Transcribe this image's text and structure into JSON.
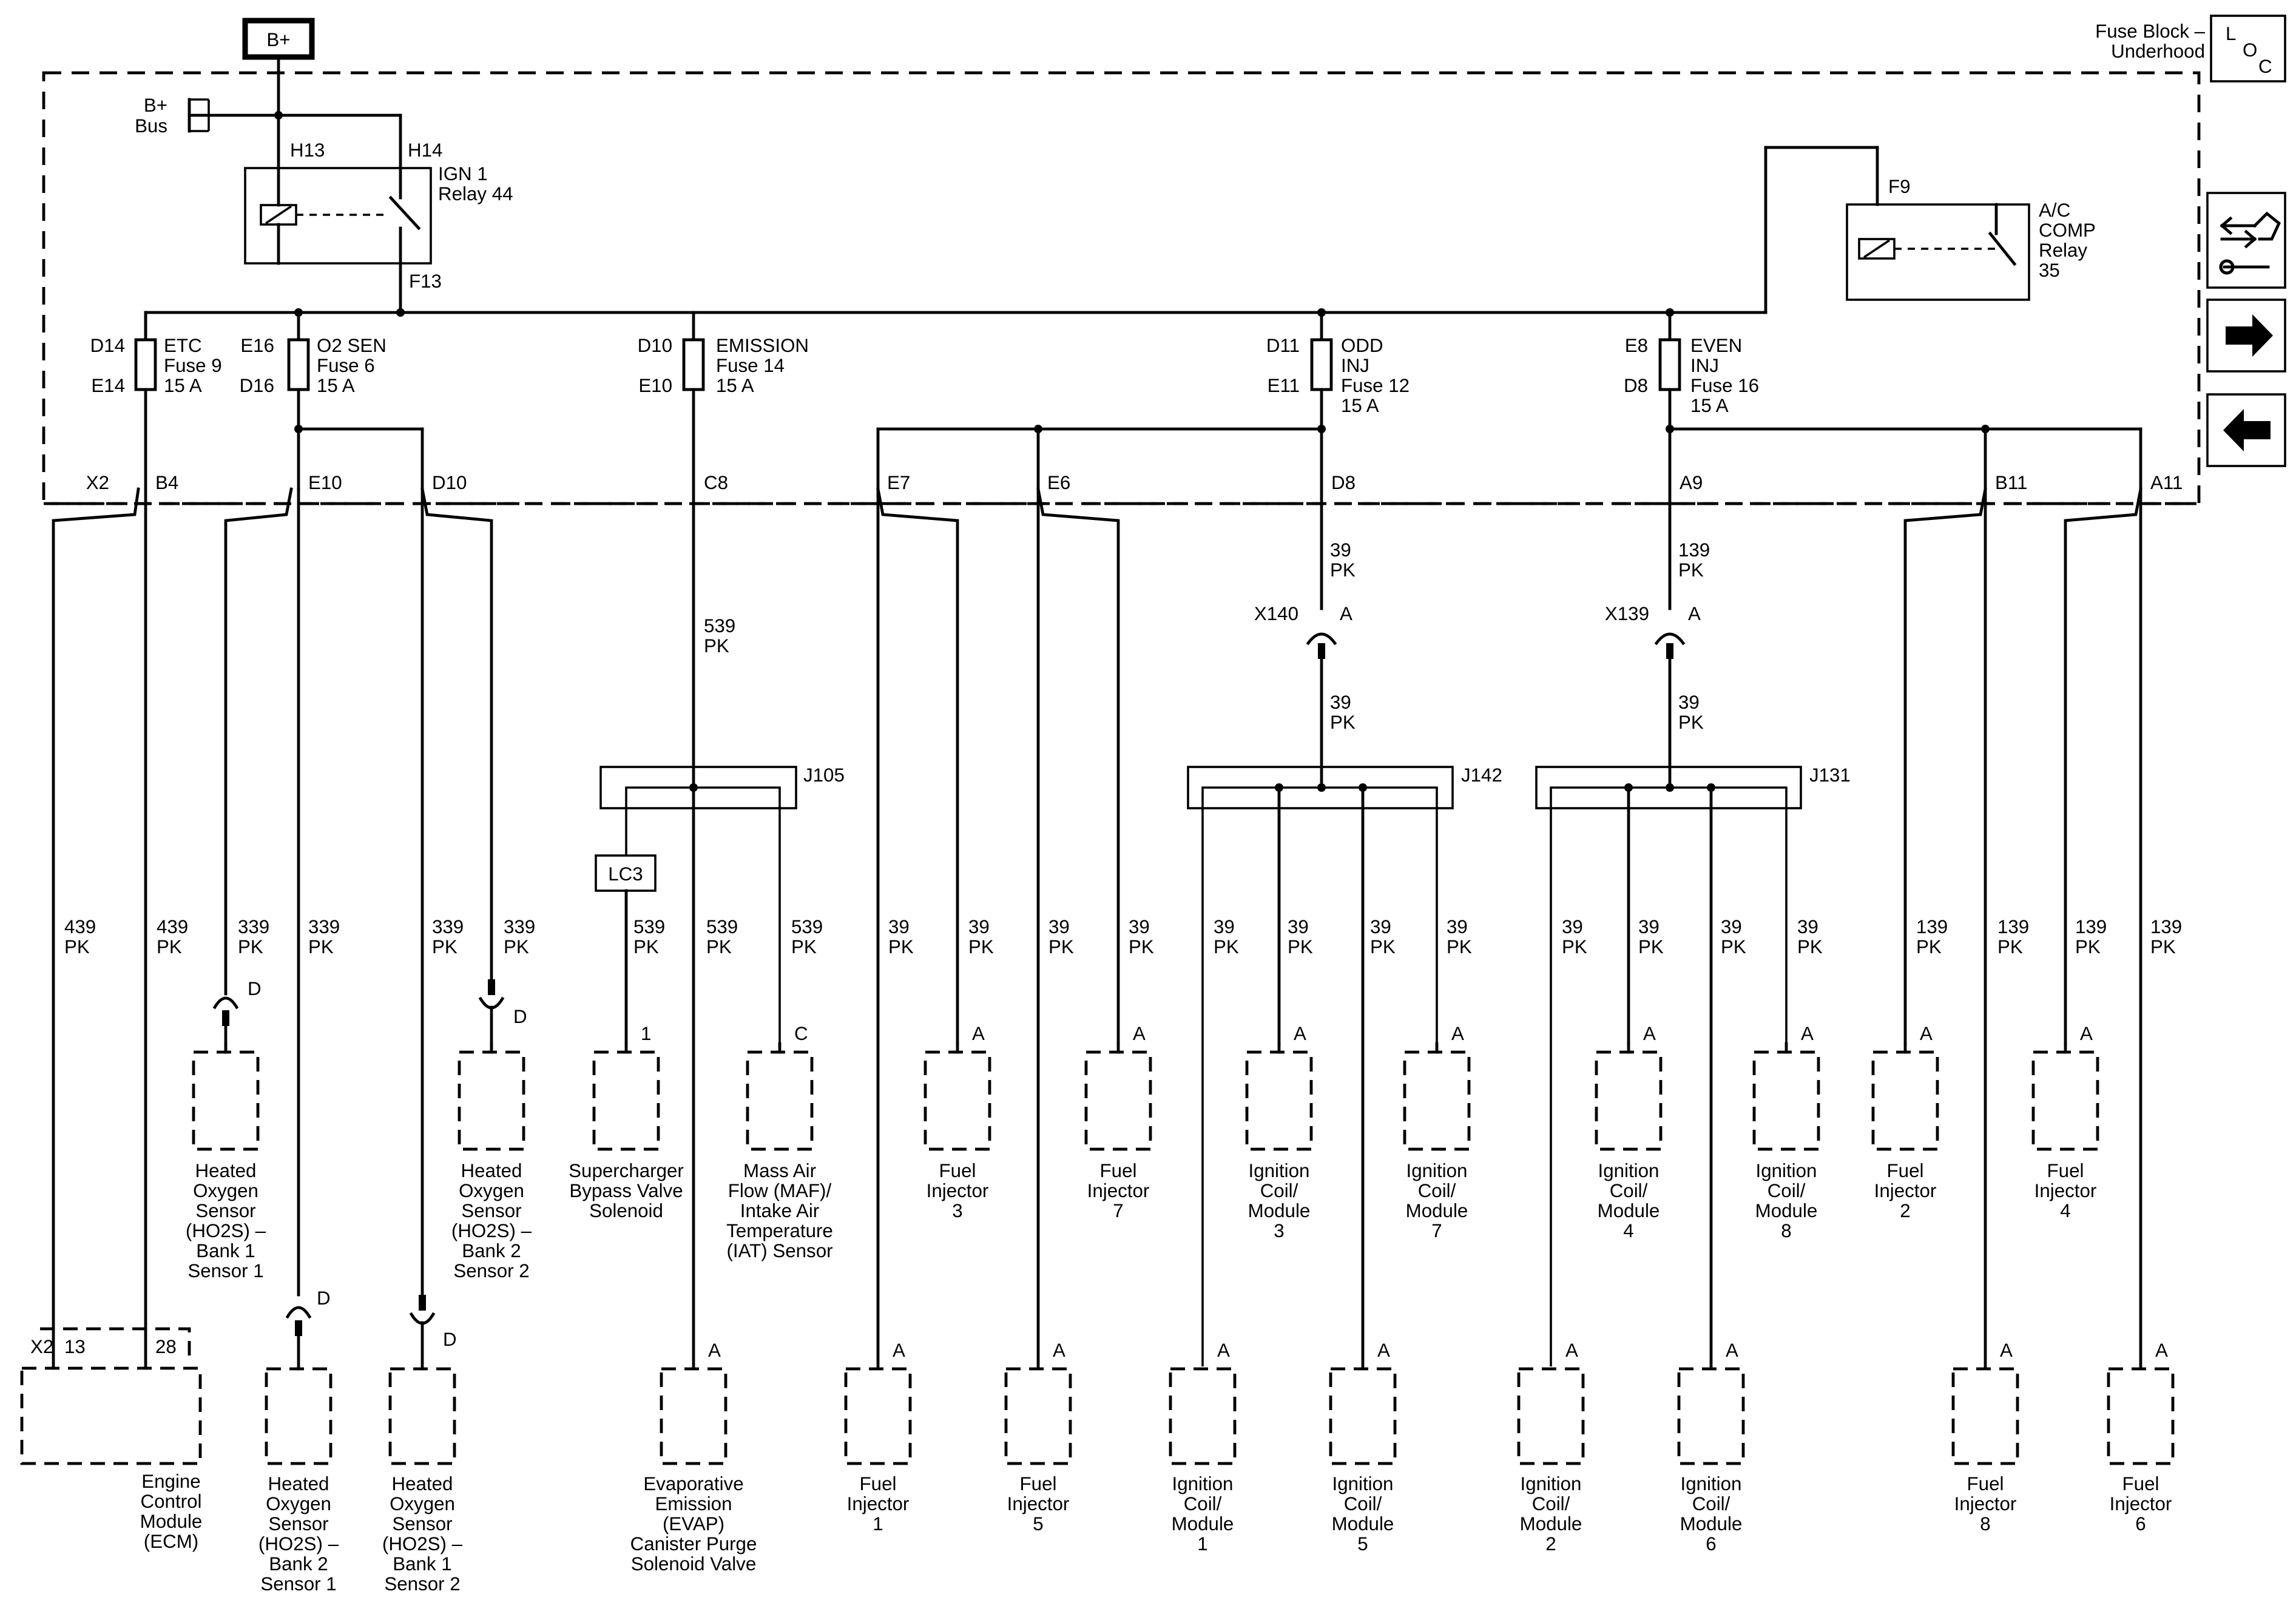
{
  "power": {
    "source": "B+",
    "bus": [
      "B+",
      "Bus"
    ]
  },
  "fuse_block": {
    "title": [
      "Fuse Block –",
      "Underhood"
    ],
    "loc_icon": [
      "L",
      "O",
      "C"
    ]
  },
  "nav_icons": [
    "wiring-tools-icon",
    "arrow-right-icon",
    "arrow-left-icon"
  ],
  "relays": {
    "ign": {
      "pins": [
        "H13",
        "H14",
        "F13"
      ],
      "label": [
        "IGN 1",
        "Relay 44"
      ]
    },
    "ac": {
      "pin": "F9",
      "label": [
        "A/C",
        "COMP",
        "Relay",
        "35"
      ]
    }
  },
  "fuses": [
    {
      "pins": [
        "D14",
        "E14"
      ],
      "label": [
        "ETC",
        "Fuse 9",
        "15 A"
      ]
    },
    {
      "pins": [
        "E16",
        "D16"
      ],
      "label": [
        "O2 SEN",
        "Fuse 6",
        "15 A"
      ]
    },
    {
      "pins": [
        "D10",
        "E10"
      ],
      "label": [
        "EMISSION",
        "Fuse 14",
        "15 A"
      ]
    },
    {
      "pins": [
        "D11",
        "E11"
      ],
      "label": [
        "ODD",
        "INJ",
        "Fuse 12",
        "15 A"
      ]
    },
    {
      "pins": [
        "E8",
        "D8"
      ],
      "label": [
        "EVEN",
        "INJ",
        "Fuse 16",
        "15 A"
      ]
    }
  ],
  "x2_pins": [
    "X2",
    "B4",
    "E10",
    "D10",
    "C8",
    "E7",
    "E6",
    "D8",
    "A9",
    "B11",
    "A11"
  ],
  "inline_connectors": [
    {
      "name": "X140",
      "pin": "A"
    },
    {
      "name": "X139",
      "pin": "A"
    }
  ],
  "splices": [
    "J105",
    "J142",
    "J131"
  ],
  "lc3": "LC3",
  "wire_labels": {
    "w539_top": [
      "539",
      "PK"
    ],
    "w39_d8a": [
      "39",
      "PK"
    ],
    "w39_d8b": [
      "39",
      "PK"
    ],
    "w139_a9a": [
      "139",
      "PK"
    ],
    "w139_a9b": [
      "39",
      "PK"
    ],
    "row": [
      [
        "439",
        "PK"
      ],
      [
        "439",
        "PK"
      ],
      [
        "339",
        "PK"
      ],
      [
        "339",
        "PK"
      ],
      [
        "339",
        "PK"
      ],
      [
        "339",
        "PK"
      ],
      [
        "539",
        "PK"
      ],
      [
        "539",
        "PK"
      ],
      [
        "539",
        "PK"
      ],
      [
        "39",
        "PK"
      ],
      [
        "39",
        "PK"
      ],
      [
        "39",
        "PK"
      ],
      [
        "39",
        "PK"
      ],
      [
        "39",
        "PK"
      ],
      [
        "39",
        "PK"
      ],
      [
        "39",
        "PK"
      ],
      [
        "39",
        "PK"
      ],
      [
        "39",
        "PK"
      ],
      [
        "39",
        "PK"
      ],
      [
        "39",
        "PK"
      ],
      [
        "39",
        "PK"
      ],
      [
        "139",
        "PK"
      ],
      [
        "139",
        "PK"
      ],
      [
        "139",
        "PK"
      ],
      [
        "139",
        "PK"
      ]
    ]
  },
  "pin_letters": {
    "d": "D",
    "a": "A",
    "c": "C",
    "one": "1"
  },
  "ecm": {
    "connector": "X2",
    "pins": [
      "13",
      "28"
    ],
    "label": [
      "Engine",
      "Control",
      "Module",
      "(ECM)"
    ]
  },
  "components_upper": [
    {
      "label": [
        "Heated",
        "Oxygen",
        "Sensor",
        "(HO2S) –",
        "Bank 1",
        "Sensor 1"
      ]
    },
    {
      "label": [
        "Heated",
        "Oxygen",
        "Sensor",
        "(HO2S) –",
        "Bank 2",
        "Sensor 2"
      ]
    },
    {
      "label": [
        "Supercharger",
        "Bypass Valve",
        "Solenoid"
      ]
    },
    {
      "label": [
        "Mass Air",
        "Flow (MAF)/",
        "Intake Air",
        "Temperature",
        "(IAT) Sensor"
      ]
    },
    {
      "label": [
        "Fuel",
        "Injector",
        "3"
      ]
    },
    {
      "label": [
        "Fuel",
        "Injector",
        "7"
      ]
    },
    {
      "label": [
        "Ignition",
        "Coil/",
        "Module",
        "3"
      ]
    },
    {
      "label": [
        "Ignition",
        "Coil/",
        "Module",
        "7"
      ]
    },
    {
      "label": [
        "Ignition",
        "Coil/",
        "Module",
        "4"
      ]
    },
    {
      "label": [
        "Ignition",
        "Coil/",
        "Module",
        "8"
      ]
    },
    {
      "label": [
        "Fuel",
        "Injector",
        "2"
      ]
    },
    {
      "label": [
        "Fuel",
        "Injector",
        "4"
      ]
    }
  ],
  "components_lower": [
    {
      "label": [
        "Heated",
        "Oxygen",
        "Sensor",
        "(HO2S) –",
        "Bank 2",
        "Sensor 1"
      ]
    },
    {
      "label": [
        "Heated",
        "Oxygen",
        "Sensor",
        "(HO2S) –",
        "Bank 1",
        "Sensor 2"
      ]
    },
    {
      "label": [
        "Evaporative",
        "Emission",
        "(EVAP)",
        "Canister Purge",
        "Solenoid Valve"
      ]
    },
    {
      "label": [
        "Fuel",
        "Injector",
        "1"
      ]
    },
    {
      "label": [
        "Fuel",
        "Injector",
        "5"
      ]
    },
    {
      "label": [
        "Ignition",
        "Coil/",
        "Module",
        "1"
      ]
    },
    {
      "label": [
        "Ignition",
        "Coil/",
        "Module",
        "5"
      ]
    },
    {
      "label": [
        "Ignition",
        "Coil/",
        "Module",
        "2"
      ]
    },
    {
      "label": [
        "Ignition",
        "Coil/",
        "Module",
        "6"
      ]
    },
    {
      "label": [
        "Fuel",
        "Injector",
        "8"
      ]
    },
    {
      "label": [
        "Fuel",
        "Injector",
        "6"
      ]
    }
  ]
}
